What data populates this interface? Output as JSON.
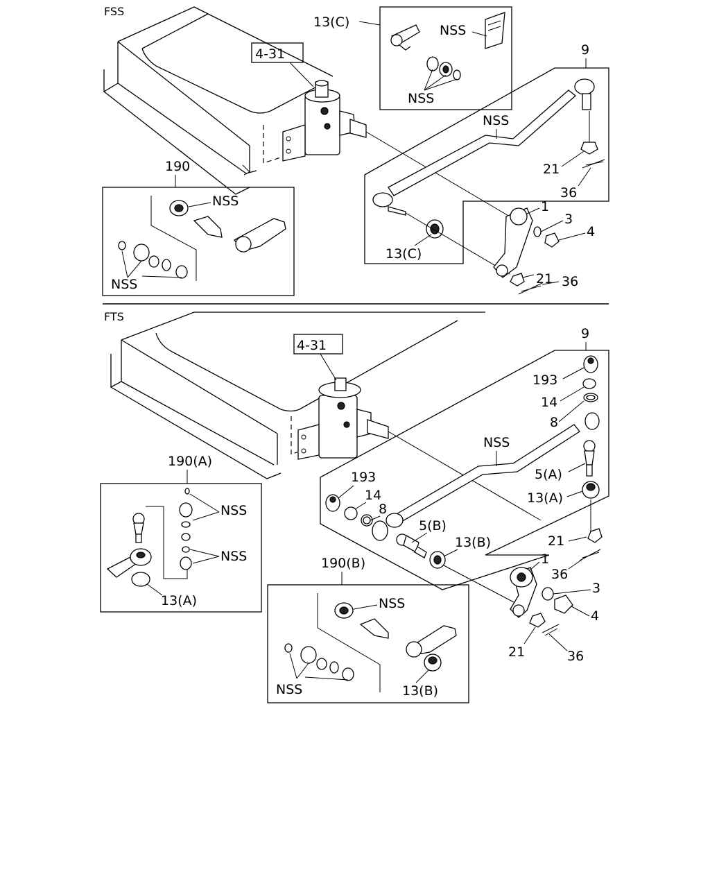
{
  "sections": {
    "fss": "FSS",
    "fts": "FTS"
  },
  "fss": {
    "ref_box": "4-31",
    "labels": {
      "l13c_top": "13(C)",
      "nss_top1": "NSS",
      "nss_top2": "NSS",
      "l9": "9",
      "nss_rod": "NSS",
      "l21a": "21",
      "l36a": "36",
      "l190": "190",
      "nss_190a": "NSS",
      "nss_190b": "NSS",
      "l1": "1",
      "l3": "3",
      "l4": "4",
      "l13c_bot": "13(C)",
      "l21b": "21",
      "l36b": "36"
    }
  },
  "fts": {
    "ref_box": "4-31",
    "labels": {
      "l9": "9",
      "l193a": "193",
      "l14a": "14",
      "l8a": "8",
      "nss_rod": "NSS",
      "l5a": "5(A)",
      "l13a": "13(A)",
      "l190a": "190(A)",
      "nss_a1": "NSS",
      "nss_a2": "NSS",
      "l13a_inset": "13(A)",
      "l193b": "193",
      "l14b": "14",
      "l8b": "8",
      "l5b": "5(B)",
      "l13b": "13(B)",
      "l21a": "21",
      "l36a": "36",
      "l1": "1",
      "l3": "3",
      "l4": "4",
      "l190b": "190(B)",
      "nss_b1": "NSS",
      "nss_b2": "NSS",
      "l13b_inset": "13(B)",
      "l21b": "21",
      "l36b": "36"
    }
  }
}
